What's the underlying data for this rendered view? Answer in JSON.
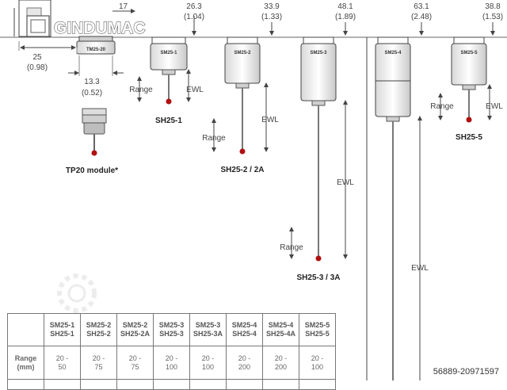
{
  "watermark": {
    "brand": "GINDUMAC",
    "id": "56889-20971597"
  },
  "dims": {
    "top_17": "17",
    "d25": "25",
    "d25_in": "(0.98)",
    "d13": "13.3",
    "d13_in": "(0.52)",
    "sh1": "26.3",
    "sh1_in": "(1.04)",
    "sh2": "33.9",
    "sh2_in": "(1.33)",
    "sh3": "48.1",
    "sh3_in": "(1.89)",
    "sh4": "63.1",
    "sh4_in": "(2.48)",
    "sh5": "38.8",
    "sh5_in": "(1.53)"
  },
  "labels": {
    "range": "Range",
    "ewl": "EWL"
  },
  "module": {
    "body_text": "TM25-20",
    "caption": "TP20 module*"
  },
  "holders": [
    {
      "body_text": "SM25-1",
      "caption": "SH25-1"
    },
    {
      "body_text": "SM25-2",
      "caption": "SH25-2 / 2A"
    },
    {
      "body_text": "SM25-3",
      "caption": "SH25-3 / 3A"
    },
    {
      "body_text": "SM25-4",
      "caption": ""
    },
    {
      "body_text": "SM25-5",
      "caption": "SH25-5"
    }
  ],
  "table": {
    "columns": [
      [
        "SM25-1",
        "SH25-1"
      ],
      [
        "SM25-2",
        "SH25-2"
      ],
      [
        "SM25-2",
        "SH25-2A"
      ],
      [
        "SM25-3",
        "SH25-3"
      ],
      [
        "SM25-3",
        "SH25-3A"
      ],
      [
        "SM25-4",
        "SH25-4"
      ],
      [
        "SM25-4",
        "SH25-4A"
      ],
      [
        "SM25-5",
        "SH25-5"
      ]
    ],
    "range_label": [
      "Range",
      "(mm)"
    ],
    "range_values": [
      [
        "20 -",
        "50"
      ],
      [
        "20 -",
        "75"
      ],
      [
        "20 -",
        "75"
      ],
      [
        "20 -",
        "100"
      ],
      [
        "20 -",
        "100"
      ],
      [
        "20 -",
        "200"
      ],
      [
        "20 -",
        "200"
      ],
      [
        "20 -",
        "100"
      ]
    ]
  }
}
